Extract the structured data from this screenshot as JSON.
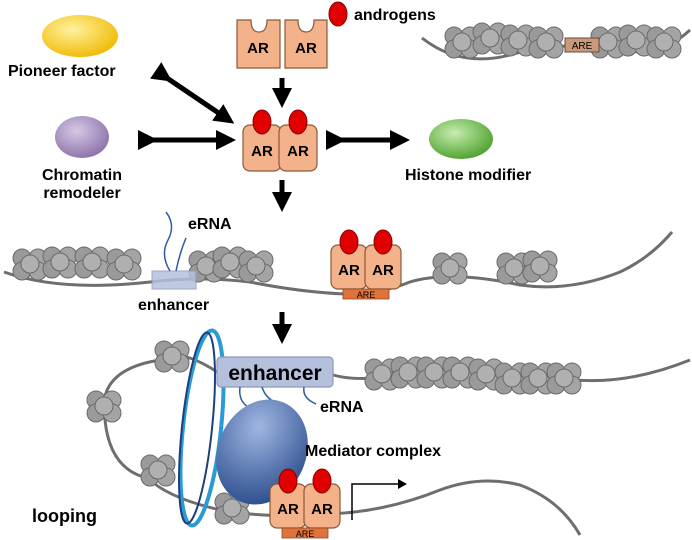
{
  "labels": {
    "androgens": "androgens",
    "pioneer_factor": "Pioneer factor",
    "chromatin_line1": "Chromatin",
    "chromatin_line2": "remodeler",
    "histone_modifier": "Histone modifier",
    "erna_top": "eRNA",
    "enhancer_small": "enhancer",
    "enhancer_large": "enhancer",
    "erna_bottom": "eRNA",
    "mediator_complex": "Mediator complex",
    "looping": "looping",
    "ar": "AR",
    "are": "ARE"
  },
  "colors": {
    "ar_fill": "#f4b28a",
    "ar_stroke": "#8a5a3a",
    "androgen": "#e00000",
    "are_fill": "#e0733a",
    "pioneer": "#f5cc33",
    "remodeler": "#a68dbf",
    "histone_mod": "#6fbf4a",
    "nucleosome": "#9a9a9a",
    "dna": "#6e6e6e",
    "mediator": "#3d5f9e",
    "enhancer_box": "#b4c0dc",
    "loop_ring": "#2b9bd6",
    "erna_line": "#2f5c9e"
  }
}
